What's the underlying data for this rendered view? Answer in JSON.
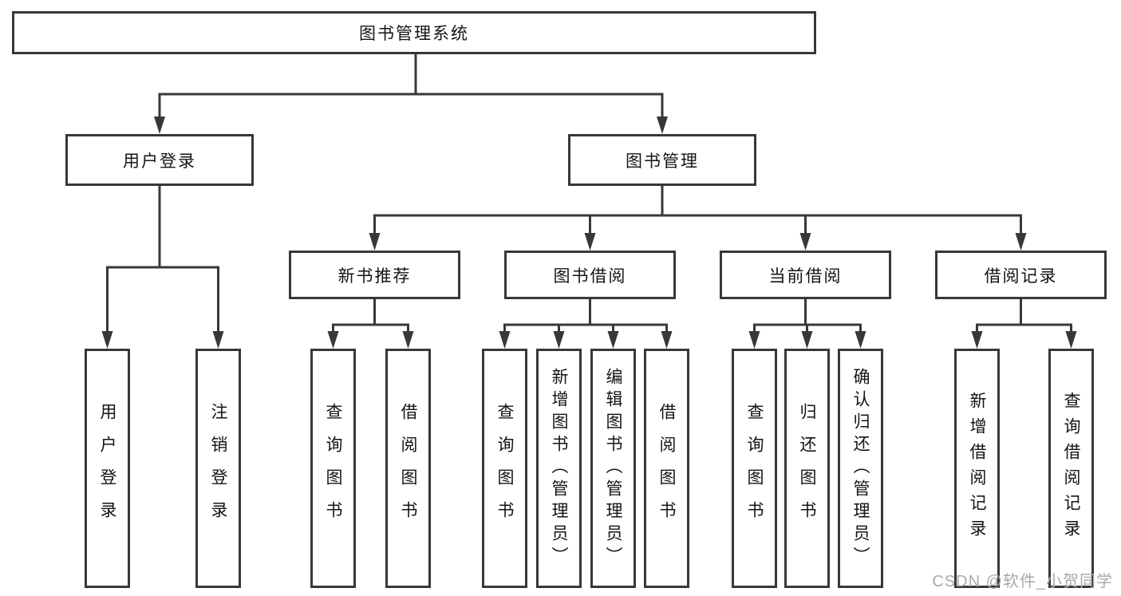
{
  "diagram": {
    "tree": {
      "root": {
        "label": "图书管理系统"
      },
      "level2": [
        {
          "label": "用户登录",
          "children": [
            {
              "label": "用户登录"
            },
            {
              "label": "注销登录"
            }
          ]
        },
        {
          "label": "图书管理",
          "children": [
            {
              "label": "新书推荐",
              "children": [
                {
                  "label": "查询图书"
                },
                {
                  "label": "借阅图书"
                }
              ]
            },
            {
              "label": "图书借阅",
              "children": [
                {
                  "label": "查询图书"
                },
                {
                  "label": "新增图书（管理员）"
                },
                {
                  "label": "编辑图书（管理员）"
                },
                {
                  "label": "借阅图书"
                }
              ]
            },
            {
              "label": "当前借阅",
              "children": [
                {
                  "label": "查询图书"
                },
                {
                  "label": "归还图书"
                },
                {
                  "label": "确认归还（管理员）"
                }
              ]
            },
            {
              "label": "借阅记录",
              "children": [
                {
                  "label": "新增借阅记录"
                },
                {
                  "label": "查询借阅记录"
                }
              ]
            }
          ]
        }
      ]
    },
    "watermark": "CSDN @软件_小贺同学",
    "colors": {
      "line": "#383838",
      "text": "#141414",
      "box_bg": "#ffffff",
      "watermark": "#a9a9a9"
    }
  }
}
